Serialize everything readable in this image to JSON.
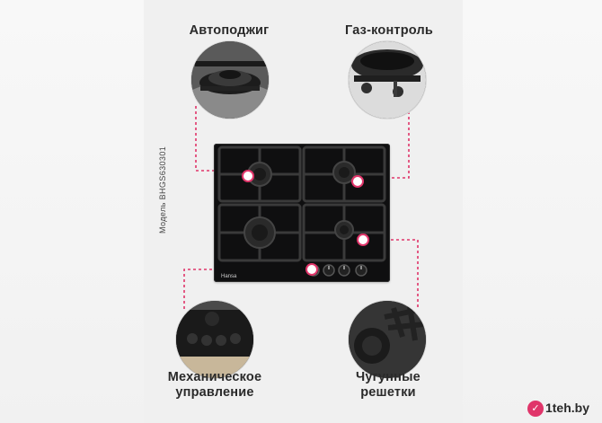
{
  "labels": {
    "ignition": "Автоподжиг",
    "gas_control": "Газ-контроль",
    "mechanical_line1": "Механическое",
    "mechanical_line2": "управление",
    "grates_line1": "Чугунные",
    "grates_line2": "решетки"
  },
  "model_text": "Модель BHGS630301",
  "brand_text": "Hansa",
  "watermark_text": "1teh.by",
  "colors": {
    "accent": "#e0356a",
    "hob": "#0f0f10",
    "text": "#2a2a2a",
    "background": "#f0f0f0"
  }
}
